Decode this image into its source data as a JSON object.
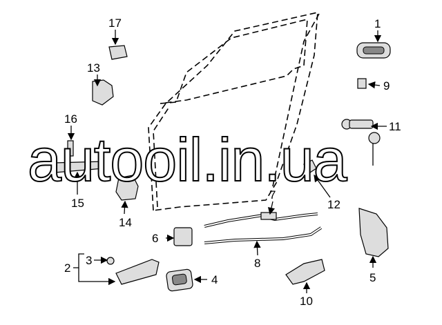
{
  "diagram": {
    "watermark": "autooil.in.ua",
    "callouts": [
      "1",
      "2",
      "3",
      "4",
      "5",
      "6",
      "7",
      "8",
      "9",
      "10",
      "11",
      "12",
      "13",
      "14",
      "15",
      "16",
      "17"
    ]
  }
}
